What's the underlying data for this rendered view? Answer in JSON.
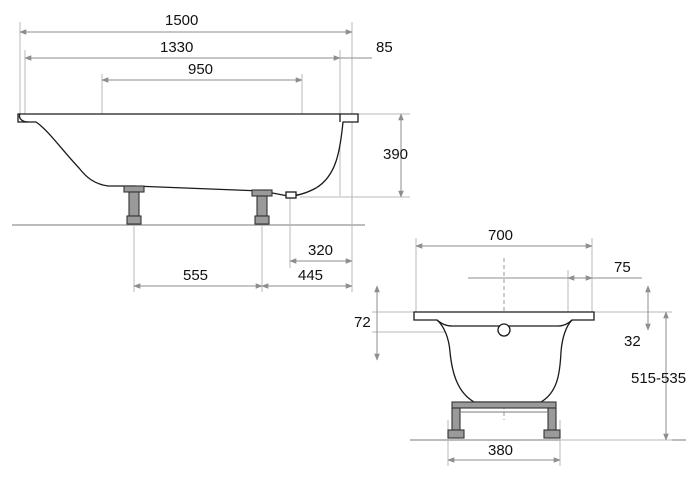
{
  "side_view": {
    "dimensions": {
      "total_length": "1500",
      "inner_length": "1330",
      "rim_right": "85",
      "leg_spacing": "950",
      "height": "390",
      "leg_to_front": "555",
      "drain_offset": "320",
      "leg_to_end": "445"
    }
  },
  "end_view": {
    "dimensions": {
      "width": "700",
      "rim_width": "75",
      "depth_left": "72",
      "rim_height": "32",
      "overall_height": "515-535",
      "leg_width": "380"
    }
  },
  "colors": {
    "outline": "#1a1a1a",
    "dimension_line": "#8e8e8e",
    "leg_fill": "#9a9a9a"
  }
}
